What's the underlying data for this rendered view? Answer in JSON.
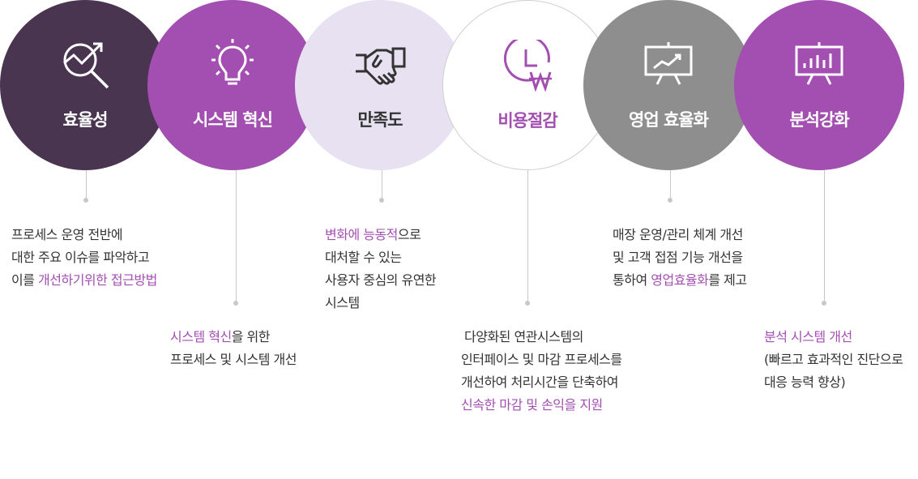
{
  "items": [
    {
      "title": "효율성",
      "icon": "magnifier-trend-icon",
      "desc": [
        [
          "프로세스 운영 전반에",
          ""
        ],
        [
          "대한 주요 이슈를 파악하고",
          ""
        ],
        [
          "이를 ",
          ""
        ],
        [
          "개선하기위한 접근방법",
          "hl"
        ]
      ]
    },
    {
      "title": "시스템 혁신",
      "icon": "lightbulb-icon",
      "desc": [
        [
          "시스템 혁신",
          "hl"
        ],
        [
          "을 위한",
          ""
        ],
        [
          "프로세스 및 시스템 개선",
          ""
        ]
      ]
    },
    {
      "title": "만족도",
      "icon": "handshake-icon",
      "desc": [
        [
          "변화에 능동적",
          "hl"
        ],
        [
          "으로",
          ""
        ],
        [
          "대처할 수 있는",
          ""
        ],
        [
          "사용자 중심의 유연한",
          ""
        ],
        [
          "시스템",
          ""
        ]
      ]
    },
    {
      "title": "비용절감",
      "icon": "clock-won-icon",
      "desc": [
        [
          "다양화된 연관시스템의",
          ""
        ],
        [
          "인터페이스 및 마감 프로세스를",
          ""
        ],
        [
          "개선하여 처리시간을 단축하여",
          ""
        ],
        [
          "신속한 마감 및 손익을 지원",
          "hl"
        ]
      ]
    },
    {
      "title": "영업 효율화",
      "icon": "presentation-chart-icon",
      "desc": [
        [
          "매장 운영/관리 체계 개선",
          ""
        ],
        [
          "및 고객 접점 기능 개선을",
          ""
        ],
        [
          "통하여 ",
          ""
        ],
        [
          "영업효율화",
          "hl"
        ],
        [
          "를 제고",
          ""
        ]
      ]
    },
    {
      "title": "분석강화",
      "icon": "analysis-board-icon",
      "desc": [
        [
          "분석 시스템 개선",
          "hl"
        ],
        [
          "(빠르고 효과적인 진단으로",
          ""
        ],
        [
          "대응 능력 향상)",
          ""
        ]
      ]
    }
  ],
  "text": {
    "t1": "효율성",
    "t2": "시스템 혁신",
    "t3": "만족도",
    "t4": "비용절감",
    "t5": "영업 효율화",
    "t6": "분석강화",
    "d1_l1": "프로세스 운영 전반에",
    "d1_l2": "대한 주요 이슈를 파악하고",
    "d1_l3a": "이를 ",
    "d1_l3b": "개선하기위한 접근방법",
    "d2_l1a": "시스템 혁신",
    "d2_l1b": "을 위한",
    "d2_l2": "프로세스 및 시스템 개선",
    "d3_l1a": "변화에 능동적",
    "d3_l1b": "으로",
    "d3_l2": "대처할 수 있는",
    "d3_l3": "사용자 중심의 유연한",
    "d3_l4": "시스템",
    "d4_l1": "다양화된 연관시스템의",
    "d4_l2": "인터페이스 및 마감 프로세스를",
    "d4_l3": "개선하여 처리시간을 단축하여",
    "d4_l4": "신속한 마감 및 손익을 지원",
    "d5_l1": "매장 운영/관리 체계 개선",
    "d5_l2": "및 고객 접점 기능 개선을",
    "d5_l3a": "통하여 ",
    "d5_l3b": "영업효율화",
    "d5_l3c": "를 제고",
    "d6_l1": "분석 시스템 개선",
    "d6_l2": "(빠르고 효과적인 진단으로",
    "d6_l3": "대응 능력 향상)"
  },
  "colors": {
    "dark_purple": "#4a3551",
    "purple": "#a24fb1",
    "lavender": "#e7e1f1",
    "gray": "#8e8e8e",
    "line": "#c8c8c8"
  }
}
